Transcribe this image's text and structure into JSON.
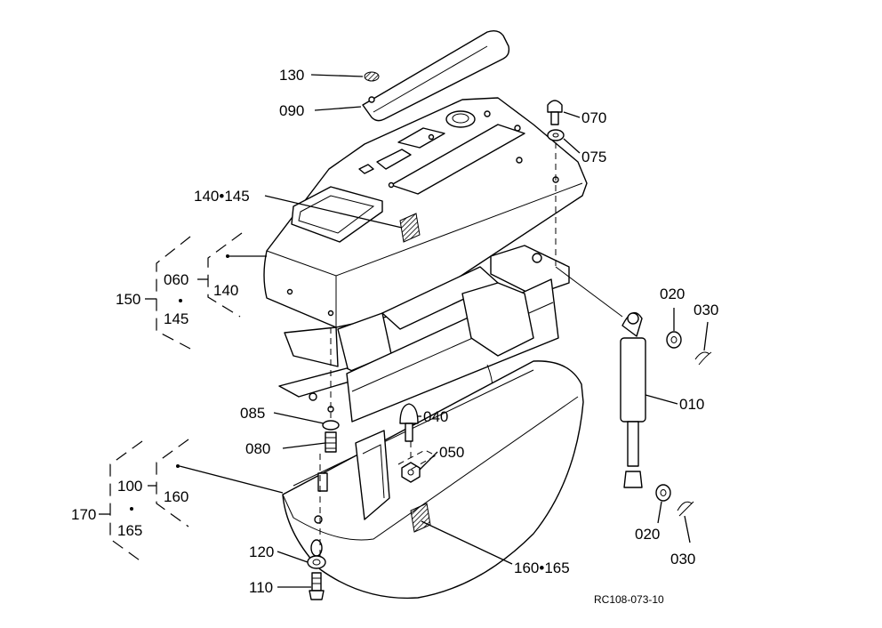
{
  "reference": "RC108-073-10",
  "labels": {
    "p130": "130",
    "p090": "090",
    "p070": "070",
    "p075": "075",
    "p140_145": "140•145",
    "p060": "060",
    "p140": "140",
    "p150": "150",
    "p145": "145",
    "p020a": "020",
    "p030a": "030",
    "p010": "010",
    "p085": "085",
    "p040": "040",
    "p080": "080",
    "p050": "050",
    "p100": "100",
    "p160": "160",
    "p170": "170",
    "p165": "165",
    "p020b": "020",
    "p030b": "030",
    "p120": "120",
    "p110": "110",
    "p160_165": "160•165"
  }
}
